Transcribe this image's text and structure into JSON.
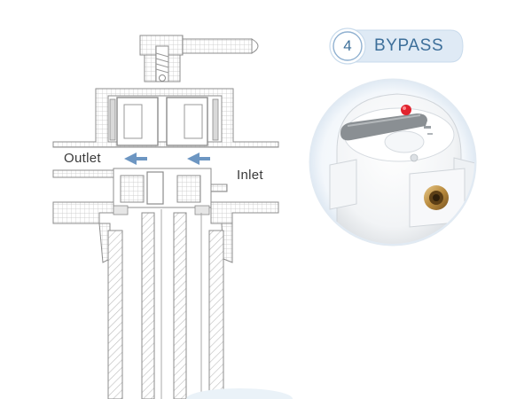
{
  "labels": {
    "outlet": "Outlet",
    "inlet": "Inlet"
  },
  "badge": {
    "number": "4",
    "title": "BYPASS"
  },
  "colors": {
    "line": "#8c8c8c",
    "hatch": "#bdbdbd",
    "arrow": "#6d96c2",
    "badge_fill": "#dfeaf5",
    "badge_text": "#3d6f9a",
    "indicator_red": "#e0232e",
    "lever_gray": "#8a8f93"
  }
}
